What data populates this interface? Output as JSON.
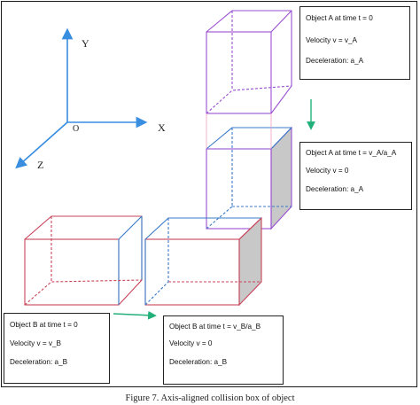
{
  "axes": {
    "y": "Y",
    "x": "X",
    "z": "Z",
    "origin": "O"
  },
  "boxes": {
    "a_start": {
      "line1": "Object A at time t = 0",
      "line2": "Velocity v = v_A",
      "line3": "Deceleration: a_A"
    },
    "a_end": {
      "line1": "Object A at time t = v_A/a_A",
      "line2": "Velocity v = 0",
      "line3": "Deceleration: a_A"
    },
    "b_start": {
      "line1": "Object B at time t = 0",
      "line2": "Velocity v = v_B",
      "line3": "Deceleration: a_B"
    },
    "b_end": {
      "line1": "Object B at time t = v_B/a_B",
      "line2": "Velocity v = 0",
      "line3": "Deceleration: a_B"
    }
  },
  "caption": "Figure 7. Axis-aligned collision box of object",
  "colors": {
    "axis": "#3a8ee0",
    "purple": "#9a4fd0",
    "blue": "#3a7bc8",
    "red": "#c8455a",
    "green": "#22b07a",
    "shade": "#c8c8c8"
  }
}
